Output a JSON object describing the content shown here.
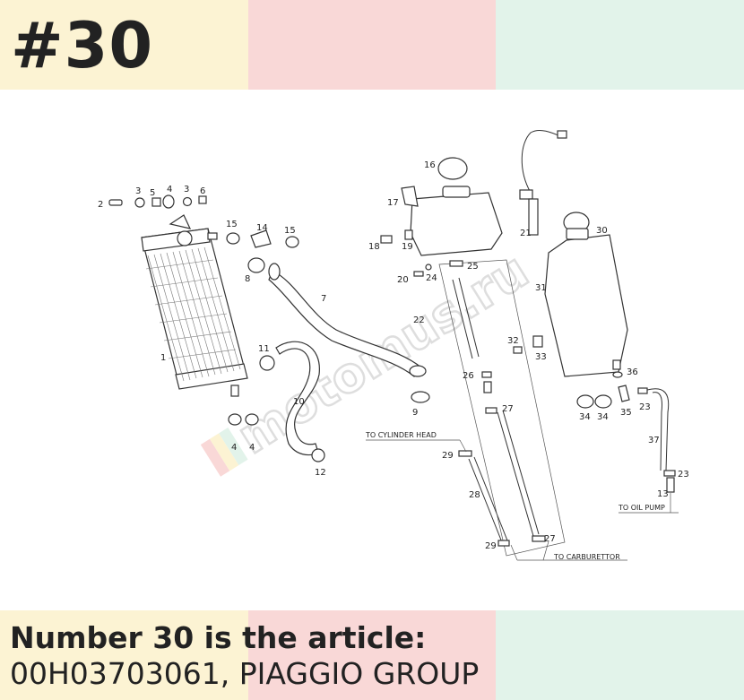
{
  "heading": "#30",
  "caption": {
    "line1": "Number 30 is the article:",
    "line2": "00H03703061, PIAGGIO GROUP"
  },
  "watermark": "motomus.ru",
  "colors": {
    "band_yellow": "#fcf3d3",
    "band_pink": "#f9d8d7",
    "band_green": "#e2f3ea",
    "text": "#222222"
  },
  "diagram": {
    "notes": {
      "to_cylinder_head": "TO CYLINDER HEAD",
      "to_carburettor": "TO CARBURETTOR",
      "to_oil_pump": "TO OIL PUMP"
    },
    "labels": [
      "1",
      "2",
      "3",
      "4",
      "3",
      "5",
      "6",
      "7",
      "8",
      "9",
      "10",
      "11",
      "12",
      "13",
      "14",
      "15",
      "15",
      "16",
      "17",
      "18",
      "19",
      "20",
      "21",
      "22",
      "23",
      "23",
      "24",
      "25",
      "26",
      "27",
      "27",
      "28",
      "29",
      "29",
      "30",
      "31",
      "32",
      "33",
      "34",
      "34",
      "35",
      "36",
      "37",
      "4",
      "4"
    ]
  }
}
